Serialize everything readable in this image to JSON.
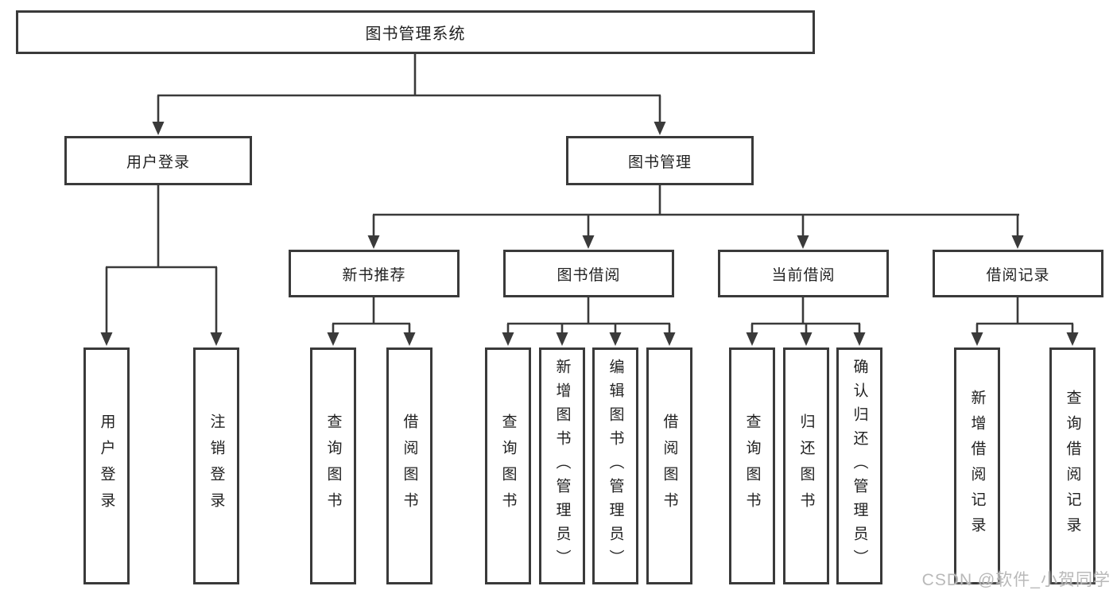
{
  "colors": {
    "line": "#3a3a3a",
    "box_border": "#3a3a3a",
    "box_fill": "#ffffff",
    "text": "#222222",
    "watermark": "#b9b9b9"
  },
  "tree": {
    "root": {
      "label": "图书管理系统"
    },
    "branches": [
      {
        "label": "用户登录",
        "children": [
          {
            "label": "用户登录"
          },
          {
            "label": "注销登录"
          }
        ]
      },
      {
        "label": "图书管理",
        "children": [
          {
            "label": "新书推荐",
            "children": [
              {
                "label": "查询图书"
              },
              {
                "label": "借阅图书"
              }
            ]
          },
          {
            "label": "图书借阅",
            "children": [
              {
                "label": "查询图书"
              },
              {
                "label": "新增图书（管理员）"
              },
              {
                "label": "编辑图书（管理员）"
              },
              {
                "label": "借阅图书"
              }
            ]
          },
          {
            "label": "当前借阅",
            "children": [
              {
                "label": "查询图书"
              },
              {
                "label": "归还图书"
              },
              {
                "label": "确认归还（管理员）"
              }
            ]
          },
          {
            "label": "借阅记录",
            "children": [
              {
                "label": "新增借阅记录"
              },
              {
                "label": "查询借阅记录"
              }
            ]
          }
        ]
      }
    ]
  },
  "watermark": {
    "text": "CSDN @软件_小贺同学"
  }
}
